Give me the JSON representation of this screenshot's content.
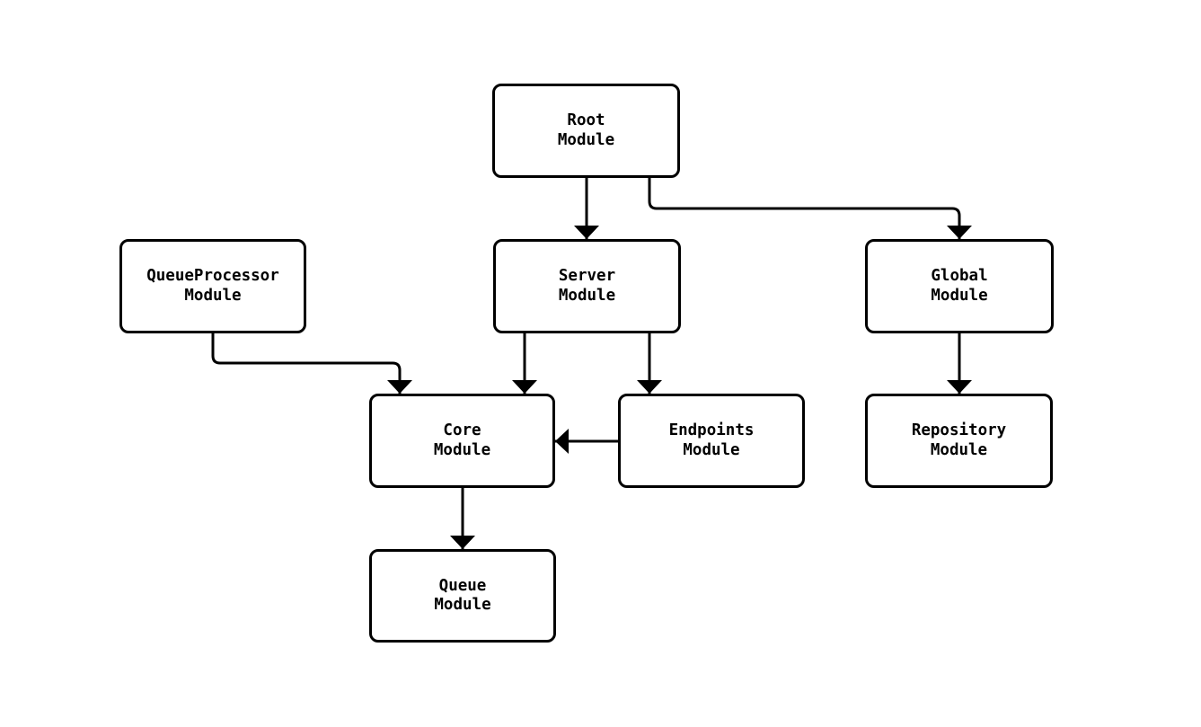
{
  "diagram": {
    "type": "flowchart",
    "direction": "top-down",
    "background_color": "#ffffff",
    "node_fill_color": "#ffffff",
    "node_border_color": "#000000",
    "line_color": "#000000",
    "text_color": "#000000",
    "nodes": {
      "root": {
        "label": "Root\nModule"
      },
      "queue_processor": {
        "label": "QueueProcessor\nModule"
      },
      "server": {
        "label": "Server\nModule"
      },
      "global": {
        "label": "Global\nModule"
      },
      "core": {
        "label": "Core\nModule"
      },
      "endpoints": {
        "label": "Endpoints\nModule"
      },
      "repository": {
        "label": "Repository\nModule"
      },
      "queue": {
        "label": "Queue\nModule"
      }
    },
    "edges": [
      {
        "from": "Root Module",
        "to": "Server Module"
      },
      {
        "from": "Root Module",
        "to": "Global Module"
      },
      {
        "from": "QueueProcessor Module",
        "to": "Core Module"
      },
      {
        "from": "Server Module",
        "to": "Core Module"
      },
      {
        "from": "Server Module",
        "to": "Endpoints Module"
      },
      {
        "from": "Endpoints Module",
        "to": "Core Module"
      },
      {
        "from": "Core Module",
        "to": "Queue Module"
      },
      {
        "from": "Global Module",
        "to": "Repository Module"
      }
    ]
  }
}
